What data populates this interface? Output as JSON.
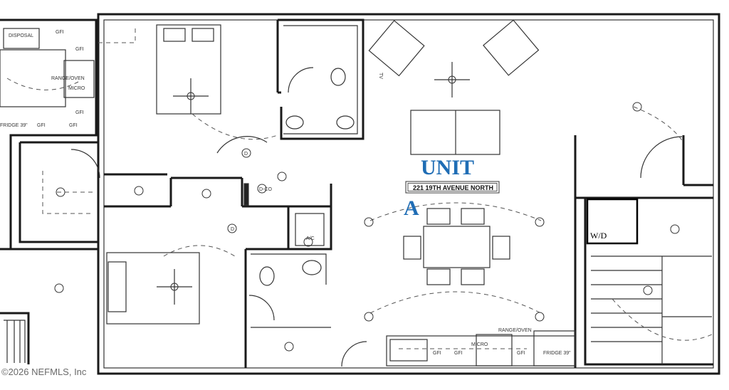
{
  "plan": {
    "unit_title": "UNIT",
    "unit_letter": "A",
    "address": "221 19TH AVENUE NORTH",
    "labels": {
      "disposal": "DISPOSAL",
      "gfi": "GFI",
      "range_oven": "RANGE/OVEN",
      "micro": "MICRO",
      "fridge": "FRIDGE 39\"",
      "dryer": "D",
      "dryer_co": "D-CO",
      "ac": "A/C",
      "tv": "TV",
      "washer_dryer": "W/D"
    },
    "watermark": "©2026 NEFMLS, Inc"
  }
}
